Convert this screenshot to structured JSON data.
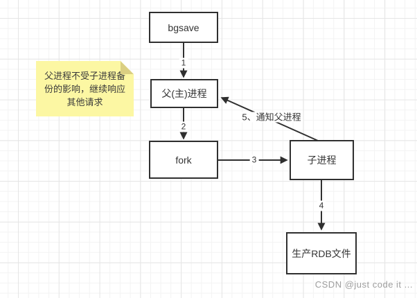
{
  "diagram": {
    "nodes": {
      "bgsave": "bgsave",
      "parent": "父(主)进程",
      "fork": "fork",
      "child": "子进程",
      "rdb": "生产RDB文件"
    },
    "edge_labels": {
      "e1": "1",
      "e2": "2",
      "e3": "3",
      "e4": "4",
      "e5": "5、通知父进程"
    },
    "note_lines": [
      "父进程不受子进程备",
      "份的影响，继续响应",
      "其他请求"
    ]
  },
  "watermark": "CSDN @just code it ...",
  "colors": {
    "box_border": "#2f2f2f",
    "box_fill": "#ffffff",
    "arrow": "#2f2f2f",
    "note_fill": "#fcf7a3",
    "note_fold": "#dbcf82",
    "grid_minor": "#f3f3f3",
    "grid_major": "#e5e5e5",
    "watermark_text": "#9e9e9e"
  }
}
